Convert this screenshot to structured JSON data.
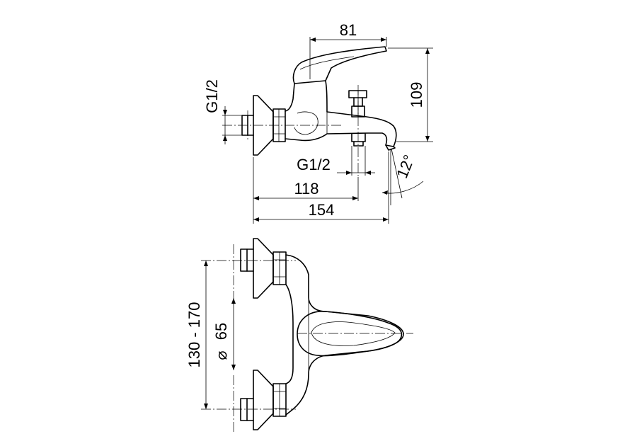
{
  "labels": {
    "dim_spout_reach": "81",
    "dim_height": "109",
    "dim_thread_left": "G1/2",
    "dim_thread_bottom": "G1/2",
    "dim_angle": "12°",
    "dim_outlet": "118",
    "dim_total": "154",
    "dim_centers": "130 - 170",
    "dim_diameter": "65",
    "diameter_symbol": "⌀"
  }
}
